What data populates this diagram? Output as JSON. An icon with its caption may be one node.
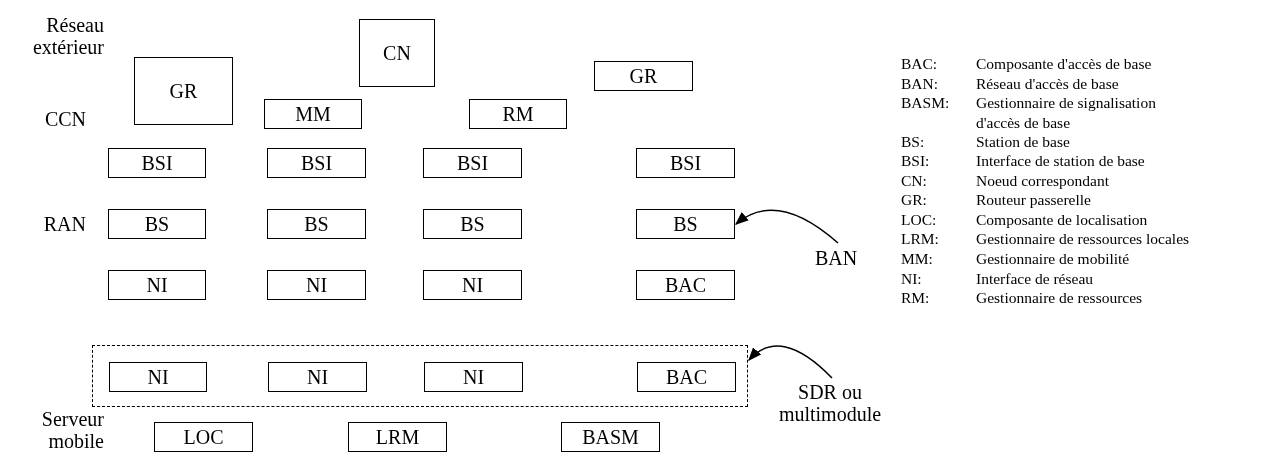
{
  "diagram": {
    "nodes": [
      {
        "text": [
          "CN"
        ]
      },
      {
        "text": [
          "GR"
        ]
      },
      {
        "text": [
          "GR"
        ]
      },
      {
        "text": [
          "MM"
        ]
      },
      {
        "text": [
          "RM"
        ]
      },
      {
        "text": [
          "BSI"
        ]
      },
      {
        "text": [
          "BSI"
        ]
      },
      {
        "text": [
          "BSI"
        ]
      },
      {
        "text": [
          "BSI"
        ]
      },
      {
        "text": [
          "BS"
        ]
      },
      {
        "text": [
          "BS"
        ]
      },
      {
        "text": [
          "BS"
        ]
      },
      {
        "text": [
          "BS"
        ]
      },
      {
        "text": [
          "BAN"
        ]
      },
      {
        "text": [
          "NI"
        ]
      },
      {
        "text": [
          "NI"
        ]
      },
      {
        "text": [
          "NI"
        ]
      },
      {
        "text": [
          "BAC"
        ]
      },
      {
        "text": [],
        "shape": "box"
      },
      {
        "text": [
          "NI"
        ],
        "in": 18
      },
      {
        "text": [
          "NI"
        ],
        "in": 18
      },
      {
        "text": [
          "NI"
        ],
        "in": 18
      },
      {
        "text": [
          "BAC"
        ],
        "in": 18
      },
      {
        "text": [
          "SDR ou multimodule"
        ]
      },
      {
        "text": [
          "LOC"
        ]
      },
      {
        "text": [
          "LRM"
        ]
      },
      {
        "text": [
          "BASM"
        ]
      }
    ],
    "edges": [
      {
        "from": 13,
        "to": 12,
        "arrow": "to"
      },
      {
        "from": 23,
        "to": 18,
        "arrow": "to"
      }
    ],
    "labels": [
      "Réseau extérieur",
      "CCN",
      "RAN",
      "Serveur mobile",
      "BAC:",
      "Composante d'accès de base",
      "BAN:",
      "Réseau d'accès de base",
      "BASM:",
      "Gestionnaire de signalisation d'accès de base",
      "BS:",
      "Station de base",
      "BSI:",
      "Interface de station de base",
      "CN:",
      "Noeud correspondant",
      "GR:",
      "Routeur passerelle",
      "LOC:",
      "Composante de localisation",
      "LRM:",
      "Gestionnaire de ressources locales",
      "MM:",
      "Gestionnaire de mobilité",
      "NI:",
      "Interface de réseau",
      "RM:",
      "Gestionnaire de ressources"
    ]
  }
}
